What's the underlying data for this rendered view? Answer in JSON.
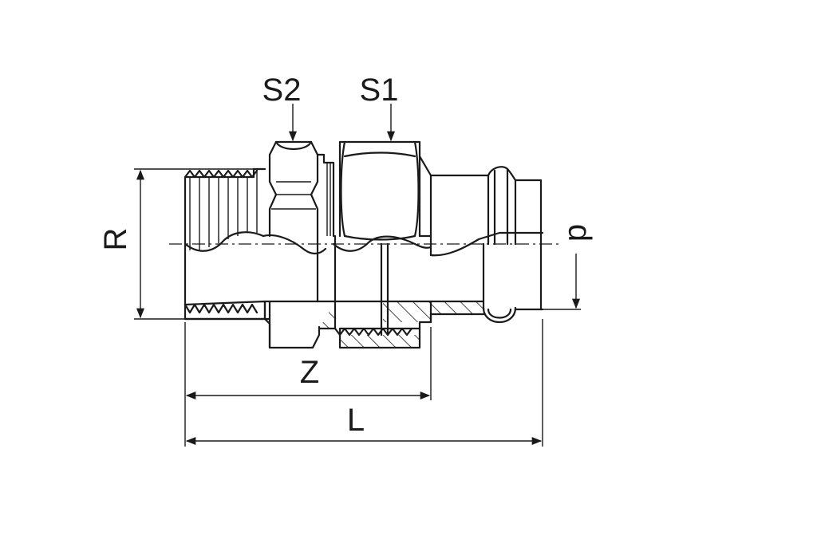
{
  "labels": {
    "s2": "S2",
    "s1": "S1",
    "r": "R",
    "p": "p",
    "z": "Z",
    "l": "L"
  },
  "colors": {
    "line": "#1a1a1a",
    "background": "#ffffff"
  }
}
